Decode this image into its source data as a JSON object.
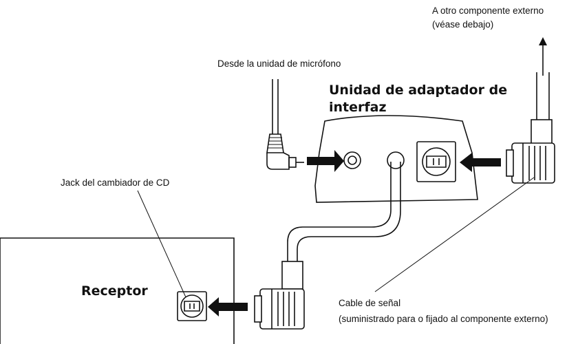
{
  "labels": {
    "external_top_line1": "A otro componente externo",
    "external_top_line2": "(véase debajo)",
    "mic_unit": "Desde la unidad de micrófono",
    "adapter_title_line1": "Unidad de adaptador de",
    "adapter_title_line2": "interfaz",
    "cd_jack": "Jack del cambiador de CD",
    "receiver": "Receptor",
    "signal_cable_line1": "Cable de señal",
    "signal_cable_line2": "(suministrado para o fijado al componente externo)"
  },
  "colors": {
    "ink": "#111111",
    "background": "#ffffff"
  }
}
